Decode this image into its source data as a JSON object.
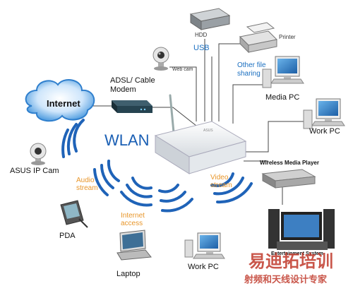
{
  "labels": {
    "internet": "Internet",
    "adsl": "ADSL/ Cable",
    "adsl_line2": "Modem",
    "webcam": "Web cam",
    "hdd": "HDD",
    "usb": "USB",
    "printer": "Printer",
    "other_file": "Other file",
    "other_file_line2": "sharing",
    "media_pc": "Media PC",
    "work_pc_right": "Work PC",
    "wlan": "WLAN",
    "ip_cam": "ASUS IP Cam",
    "audio": "Audio",
    "audio_line2": "stream",
    "video": "Video",
    "video_line2": "stream",
    "internet_access": "Internet",
    "internet_access_line2": "access",
    "pda": "PDA",
    "laptop": "Laptop",
    "work_pc_bottom": "Work PC",
    "wireless_media_player": "Wireless Media Player",
    "entertainment_system": "Entertainment System",
    "router_brand": "ASUS",
    "watermark_cn_big": "易迪拓培训",
    "watermark_cn_small": "射频和天线设计专家"
  },
  "colors": {
    "wave_blue": "#1f63b8",
    "usb_blue": "#1a6fc0",
    "stream_orange": "#e8962a",
    "cloud_blue": "#5aa9e6",
    "watermark_red": "#c0392b"
  }
}
